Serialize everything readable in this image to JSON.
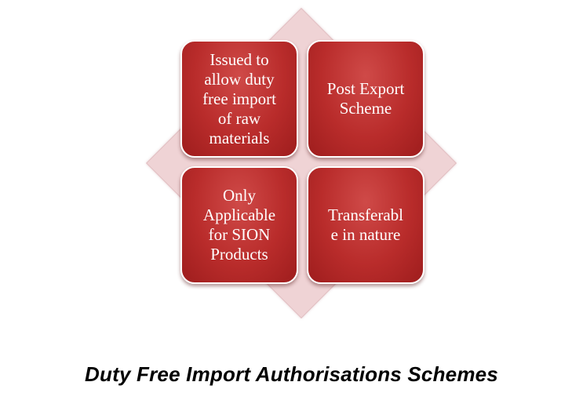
{
  "diagram": {
    "boxes": {
      "top_left": "Issued to\nallow duty\nfree import\nof raw\nmaterials",
      "top_right": "Post Export\nScheme",
      "bottom_left": "Only\nApplicable\nfor SION\nProducts",
      "bottom_right": "Transferabl\ne in nature"
    },
    "colors": {
      "box_fill": "#b92c2b",
      "diamond_fill": "#efd3d5",
      "box_text": "#ffffff"
    }
  },
  "caption": "Duty Free Import Authorisations Schemes"
}
